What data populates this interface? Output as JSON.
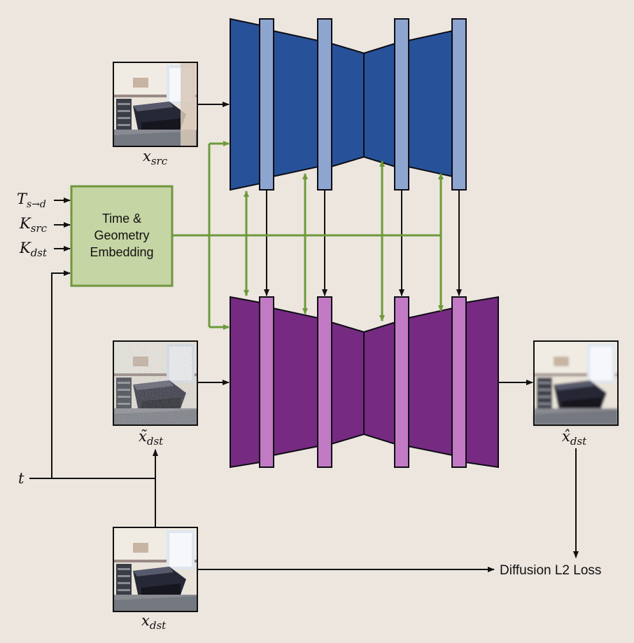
{
  "embedding_box": {
    "line1": "Time &",
    "line2": "Geometry",
    "line3": "Embedding"
  },
  "inputs": {
    "transform": {
      "main": "T",
      "sub": "s→d"
    },
    "k_src": {
      "main": "K",
      "sub": "src"
    },
    "k_dst": {
      "main": "K",
      "sub": "dst"
    },
    "time": "t"
  },
  "images": {
    "x_src": {
      "main": "x",
      "sub": "src"
    },
    "x_tilde_dst": {
      "main": "x̃",
      "sub": "dst"
    },
    "x_hat_dst": {
      "main": "x̂",
      "sub": "dst"
    },
    "x_dst": {
      "main": "x",
      "sub": "dst"
    }
  },
  "loss_label": "Diffusion L2 Loss",
  "colors": {
    "background": "#ece6df",
    "src_unet": "#27529a",
    "src_bar": "#8ea6cf",
    "dst_unet": "#772a82",
    "dst_bar": "#c27ac4",
    "embedding_fill": "#c6d5a4",
    "embedding_border": "#71963c",
    "green_link": "#6e9a3a"
  }
}
